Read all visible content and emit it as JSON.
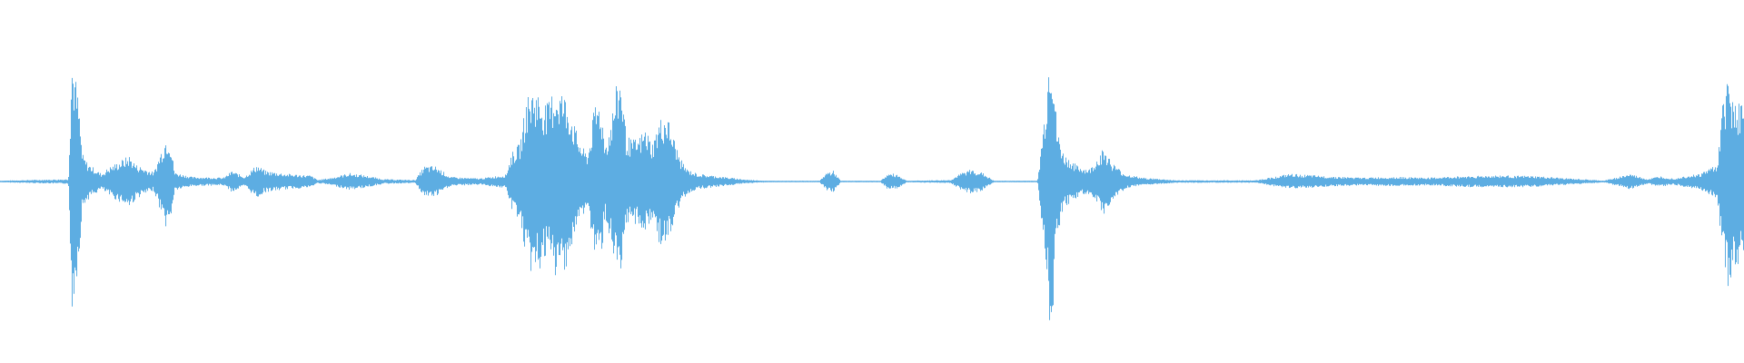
{
  "waveform": {
    "color": "#5dade2",
    "background": "#ffffff",
    "channels": 1,
    "peaks": [
      [
        0.0,
        0.006
      ],
      [
        0.039,
        0.015
      ],
      [
        0.041,
        0.85
      ],
      [
        0.043,
        0.69
      ],
      [
        0.045,
        0.5
      ],
      [
        0.047,
        0.18
      ],
      [
        0.05,
        0.12
      ],
      [
        0.058,
        0.05
      ],
      [
        0.062,
        0.09
      ],
      [
        0.074,
        0.17
      ],
      [
        0.078,
        0.11
      ],
      [
        0.088,
        0.06
      ],
      [
        0.095,
        0.3
      ],
      [
        0.097,
        0.3
      ],
      [
        0.1,
        0.06
      ],
      [
        0.11,
        0.03
      ],
      [
        0.128,
        0.025
      ],
      [
        0.133,
        0.07
      ],
      [
        0.14,
        0.03
      ],
      [
        0.147,
        0.11
      ],
      [
        0.152,
        0.07
      ],
      [
        0.165,
        0.05
      ],
      [
        0.178,
        0.04
      ],
      [
        0.182,
        0.01
      ],
      [
        0.19,
        0.025
      ],
      [
        0.2,
        0.055
      ],
      [
        0.207,
        0.045
      ],
      [
        0.22,
        0.015
      ],
      [
        0.238,
        0.01
      ],
      [
        0.243,
        0.1
      ],
      [
        0.25,
        0.1
      ],
      [
        0.258,
        0.03
      ],
      [
        0.275,
        0.02
      ],
      [
        0.29,
        0.045
      ],
      [
        0.293,
        0.18
      ],
      [
        0.298,
        0.25
      ],
      [
        0.302,
        0.55
      ],
      [
        0.306,
        0.62
      ],
      [
        0.31,
        0.56
      ],
      [
        0.314,
        0.5
      ],
      [
        0.318,
        0.63
      ],
      [
        0.322,
        0.6
      ],
      [
        0.326,
        0.52
      ],
      [
        0.33,
        0.34
      ],
      [
        0.334,
        0.22
      ],
      [
        0.337,
        0.18
      ],
      [
        0.341,
        0.5
      ],
      [
        0.344,
        0.54
      ],
      [
        0.347,
        0.25
      ],
      [
        0.35,
        0.38
      ],
      [
        0.353,
        0.6
      ],
      [
        0.356,
        0.72
      ],
      [
        0.359,
        0.3
      ],
      [
        0.362,
        0.27
      ],
      [
        0.366,
        0.28
      ],
      [
        0.37,
        0.35
      ],
      [
        0.374,
        0.25
      ],
      [
        0.378,
        0.4
      ],
      [
        0.382,
        0.45
      ],
      [
        0.386,
        0.3
      ],
      [
        0.39,
        0.15
      ],
      [
        0.394,
        0.08
      ],
      [
        0.4,
        0.05
      ],
      [
        0.415,
        0.03
      ],
      [
        0.428,
        0.012
      ],
      [
        0.44,
        0.005
      ],
      [
        0.47,
        0.005
      ],
      [
        0.474,
        0.06
      ],
      [
        0.478,
        0.07
      ],
      [
        0.482,
        0.005
      ],
      [
        0.505,
        0.005
      ],
      [
        0.509,
        0.05
      ],
      [
        0.514,
        0.05
      ],
      [
        0.52,
        0.005
      ],
      [
        0.545,
        0.01
      ],
      [
        0.552,
        0.06
      ],
      [
        0.557,
        0.08
      ],
      [
        0.563,
        0.06
      ],
      [
        0.57,
        0.005
      ],
      [
        0.595,
        0.005
      ],
      [
        0.6,
        0.55
      ],
      [
        0.602,
        0.95
      ],
      [
        0.604,
        0.8
      ],
      [
        0.606,
        0.35
      ],
      [
        0.61,
        0.18
      ],
      [
        0.618,
        0.1
      ],
      [
        0.625,
        0.08
      ],
      [
        0.633,
        0.22
      ],
      [
        0.638,
        0.12
      ],
      [
        0.645,
        0.05
      ],
      [
        0.655,
        0.025
      ],
      [
        0.675,
        0.008
      ],
      [
        0.72,
        0.008
      ],
      [
        0.74,
        0.05
      ],
      [
        0.76,
        0.035
      ],
      [
        0.78,
        0.025
      ],
      [
        0.8,
        0.03
      ],
      [
        0.82,
        0.025
      ],
      [
        0.84,
        0.035
      ],
      [
        0.86,
        0.04
      ],
      [
        0.88,
        0.035
      ],
      [
        0.9,
        0.02
      ],
      [
        0.92,
        0.006
      ],
      [
        0.935,
        0.05
      ],
      [
        0.945,
        0.015
      ],
      [
        0.952,
        0.035
      ],
      [
        0.96,
        0.02
      ],
      [
        0.968,
        0.04
      ],
      [
        0.975,
        0.05
      ],
      [
        0.985,
        0.12
      ],
      [
        0.988,
        0.5
      ],
      [
        0.991,
        0.7
      ],
      [
        0.995,
        0.55
      ],
      [
        1.0,
        0.5
      ]
    ]
  }
}
